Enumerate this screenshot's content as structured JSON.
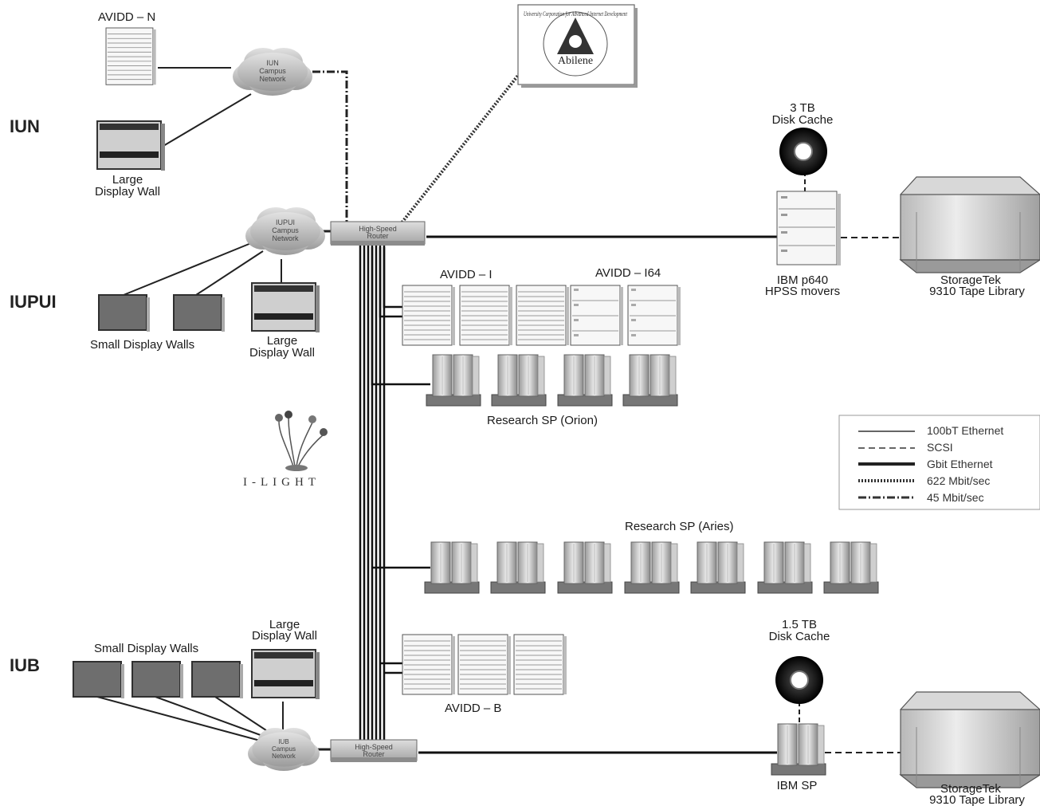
{
  "sites": {
    "iun": "IUN",
    "iupui": "IUPUI",
    "iub": "IUB"
  },
  "iun": {
    "server_label": "AVIDD – N",
    "campus_network": [
      "IUN",
      "Campus",
      "Network"
    ],
    "display_wall": [
      "Large",
      "Display Wall"
    ]
  },
  "iupui": {
    "campus_network": [
      "IUPUI",
      "Campus",
      "Network"
    ],
    "router": [
      "High-Speed",
      "Router"
    ],
    "small_walls_label": "Small Display Walls",
    "large_wall": [
      "Large",
      "Display Wall"
    ]
  },
  "iub": {
    "campus_network": [
      "IUB",
      "Campus",
      "Network"
    ],
    "router": [
      "High-Speed",
      "Router"
    ],
    "small_walls_label": "Small Display Walls",
    "large_wall": [
      "Large",
      "Display Wall"
    ]
  },
  "abilene": {
    "name": "Abilene",
    "ring": "University Corporation for Advanced Internet Development"
  },
  "ilight": "I-LIGHT",
  "clusters": {
    "avidd_i": "AVIDD – I",
    "avidd_i64": "AVIDD – I64",
    "orion": "Research SP (Orion)",
    "aries": "Research SP (Aries)",
    "avidd_b": "AVIDD – B"
  },
  "storage_top": {
    "cache": [
      "3 TB",
      "Disk Cache"
    ],
    "movers": [
      "IBM p640",
      "HPSS movers"
    ],
    "library": [
      "StorageTek",
      "9310 Tape Library"
    ]
  },
  "storage_bottom": {
    "cache": [
      "1.5 TB",
      "Disk Cache"
    ],
    "server": "IBM SP",
    "library": [
      "StorageTek",
      "9310 Tape Library"
    ]
  },
  "legend": [
    "100bT Ethernet",
    "SCSI",
    "Gbit Ethernet",
    "622 Mbit/sec",
    "45 Mbit/sec"
  ]
}
